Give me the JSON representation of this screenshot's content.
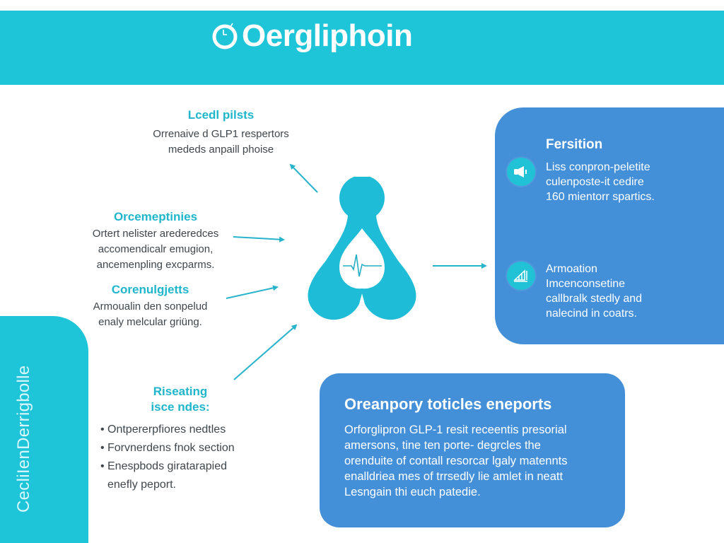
{
  "header": {
    "title": "Oerglipho​in",
    "logo_icon": "clock-circle-icon",
    "background": "#1ec4d8"
  },
  "center_figure": {
    "icon": "molecule-heartbeat-icon",
    "color": "#1fbcd8"
  },
  "left_blocks": [
    {
      "heading": "Lcedl pilsts",
      "lines": [
        "Orrenaive d GLP1 respertors",
        "mededs anpaill phoise"
      ]
    },
    {
      "heading": "Orcemeptinies",
      "lines": [
        "Ortert nelister arederedces",
        "accomendicalr emugion,",
        "ancemenpling excparms."
      ]
    },
    {
      "heading": "Corenulgjetts",
      "lines": [
        "Armoualin den sonpelud",
        "enaly melcular griüng."
      ]
    },
    {
      "heading_lines": [
        "Riseating",
        "isce ndes:"
      ]
    }
  ],
  "bullets": {
    "items": [
      "Ontpererpfiores nedtles",
      "Forvnerdens fnok section",
      "Enespbods giratarapied"
    ],
    "continuation": "enefly peport."
  },
  "side_panel": {
    "label": "CecliIenDerrigbolle",
    "background": "#1ec4d8"
  },
  "right_card": {
    "title": "Fersition",
    "background": "#438fd8",
    "items": [
      {
        "icon": "megaphone-icon",
        "lines": [
          "Liss conpron-peletite",
          "culenposte-it cedire",
          "160 mientorr spartics."
        ]
      },
      {
        "icon": "chart-ramp-icon",
        "lines": [
          "Armoation",
          "Imcenconsetine",
          "callbralk stedly and",
          "nalecind in coatrs."
        ]
      }
    ]
  },
  "bottom_card": {
    "title": "Oreanpory toticles eneports",
    "background": "#438fd8",
    "lines": [
      "Orforglipron GLP-1 resit receentis presorial",
      "amersons, tine ten porte- degrcles the",
      "orenduite of contall resorcar lgaly matennts",
      "enalldriea mes of trrsedly lie amlet in neatt",
      "Lesngain thi euch patedie."
    ]
  },
  "colors": {
    "accent_cyan": "#1ec4d8",
    "card_blue": "#438fd8",
    "arrow": "#27b3cb",
    "heading_text": "#1fb6cc",
    "body_text": "#3f464c"
  }
}
